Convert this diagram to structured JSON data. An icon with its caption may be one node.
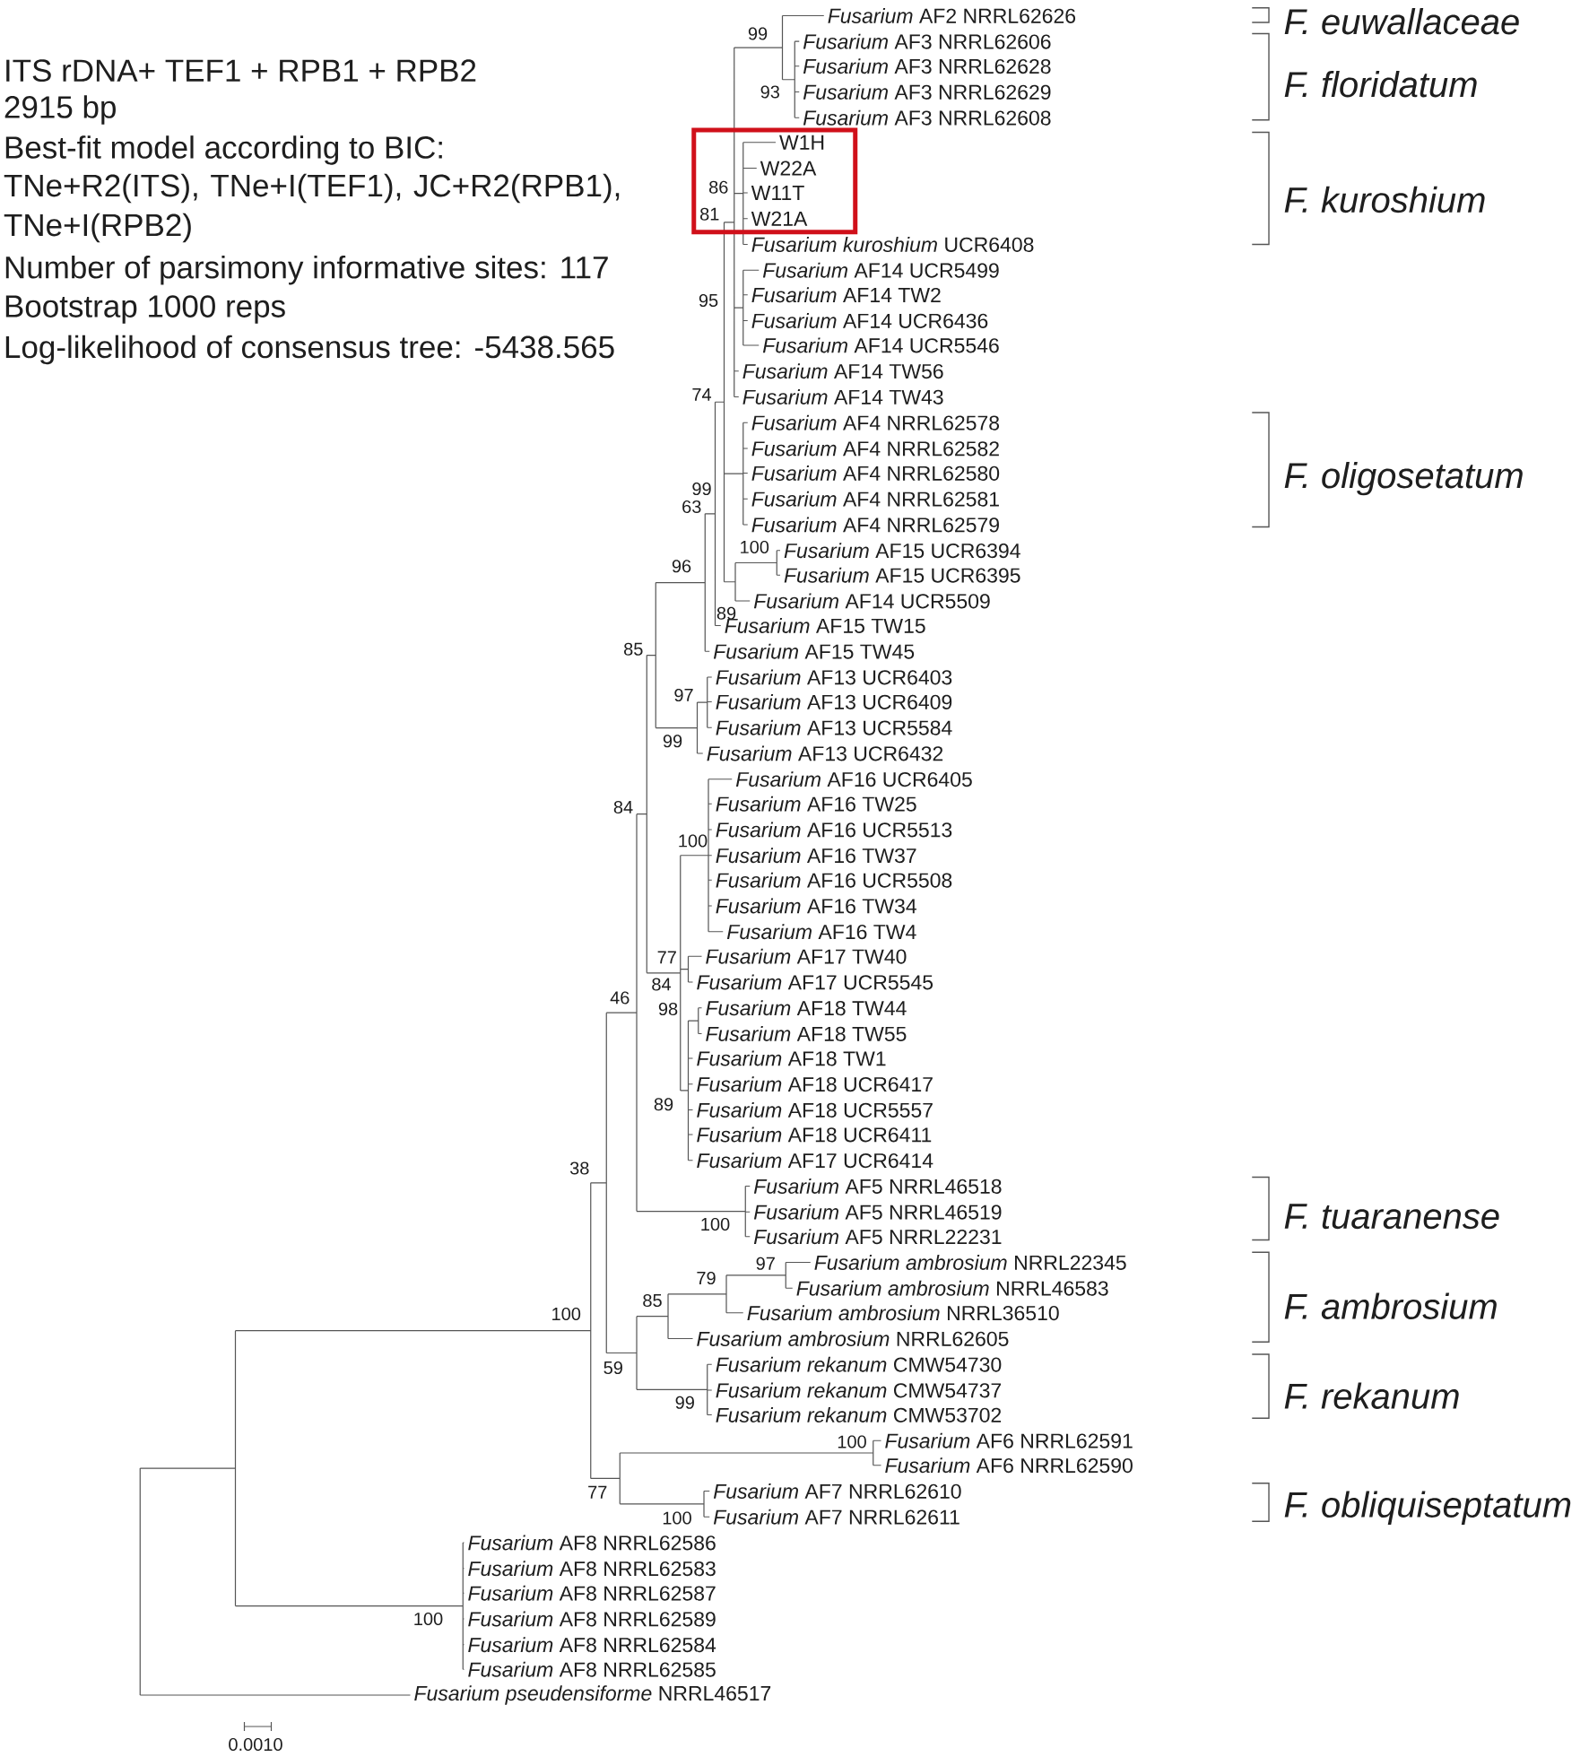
{
  "diagram": {
    "labels": [
      "ITS rDNA+ TEF1 + RPB1 + RPB2",
      "2915 bp",
      "Best-fit model according to BIC:",
      "TNe+R2(ITS), TNe+I(TEF1), JC+R2(RPB1), TNe+I(RPB2)",
      "Number of parsimony informative sites: 117",
      "Bootstrap 1000 reps",
      "Log-likelihood of consensus tree: -5438.565",
      "*Fusarium* AF2 NRRL62626",
      "*Fusarium* AF3 NRRL62606",
      "*Fusarium* AF3 NRRL62628",
      "*Fusarium* AF3 NRRL62629",
      "*Fusarium* AF3 NRRL62608",
      "W1H",
      "W22A",
      "W11T",
      "W21A",
      "*Fusarium kuroshium* UCR6408",
      "*Fusarium* AF14 UCR5499",
      "*Fusarium* AF14 TW2",
      "*Fusarium* AF14 UCR6436",
      "*Fusarium* AF14 UCR5546",
      "*Fusarium* AF14 TW56",
      "*Fusarium* AF14 TW43",
      "*Fusarium* AF4 NRRL62578",
      "*Fusarium* AF4 NRRL62582",
      "*Fusarium* AF4 NRRL62580",
      "*Fusarium* AF4 NRRL62581",
      "*Fusarium* AF4 NRRL62579",
      "*Fusarium* AF15 UCR6394",
      "*Fusarium* AF15 UCR6395",
      "*Fusarium* AF14 UCR5509",
      "*Fusarium* AF15 TW15",
      "*Fusarium* AF15 TW45",
      "*Fusarium* AF13 UCR6403",
      "*Fusarium* AF13 UCR6409",
      "*Fusarium* AF13 UCR5584",
      "*Fusarium* AF13 UCR6432",
      "*Fusarium* AF16 UCR6405",
      "*Fusarium* AF16 TW25",
      "*Fusarium* AF16 UCR5513",
      "*Fusarium* AF16 TW37",
      "*Fusarium* AF16 UCR5508",
      "*Fusarium* AF16 TW34",
      "*Fusarium* AF16 TW4",
      "*Fusarium* AF17 TW40",
      "*Fusarium* AF17 UCR5545",
      "*Fusarium* AF18 TW44",
      "*Fusarium* AF18 TW55",
      "*Fusarium* AF18 TW1",
      "*Fusarium* AF18 UCR6417",
      "*Fusarium* AF18 UCR5557",
      "*Fusarium* AF18 UCR6411",
      "*Fusarium* AF17 UCR6414",
      "*Fusarium* AF5 NRRL46518",
      "*Fusarium* AF5 NRRL46519",
      "*Fusarium* AF5 NRRL22231",
      "*Fusarium ambrosium* NRRL22345",
      "*Fusarium ambrosium* NRRL46583",
      "*Fusarium ambrosium* NRRL36510",
      "*Fusarium ambrosium* NRRL62605",
      "*Fusarium rekanum* CMW54730",
      "*Fusarium rekanum* CMW54737",
      "*Fusarium rekanum* CMW53702",
      "*Fusarium* AF6 NRRL62591",
      "*Fusarium* AF6 NRRL62590",
      "*Fusarium* AF7 NRRL62610",
      "*Fusarium* AF7 NRRL62611",
      "*Fusarium* AF8 NRRL62586",
      "*Fusarium* AF8 NRRL62583",
      "*Fusarium* AF8 NRRL62587",
      "*Fusarium* AF8 NRRL62589",
      "*Fusarium* AF8 NRRL62584",
      "*Fusarium* AF8 NRRL62585",
      "*Fusarium pseudensiforme* NRRL46517",
      "99",
      "93",
      "86",
      "81",
      "95",
      "74",
      "99",
      "63",
      "100",
      "96",
      "89",
      "85",
      "97",
      "99",
      "84",
      "100",
      "77",
      "84",
      "46",
      "98",
      "89",
      "38",
      "100",
      "97",
      "79",
      "85",
      "100",
      "59",
      "99",
      "100",
      "77",
      "100",
      "100",
      "F. euwallaceae",
      "F. floridatum",
      "F. kuroshium",
      "F. oligosetatum",
      "F. tuaranense",
      "F. ambrosium",
      "F. rekanum",
      "F. obliquiseptatum",
      "0.0010"
    ]
  }
}
